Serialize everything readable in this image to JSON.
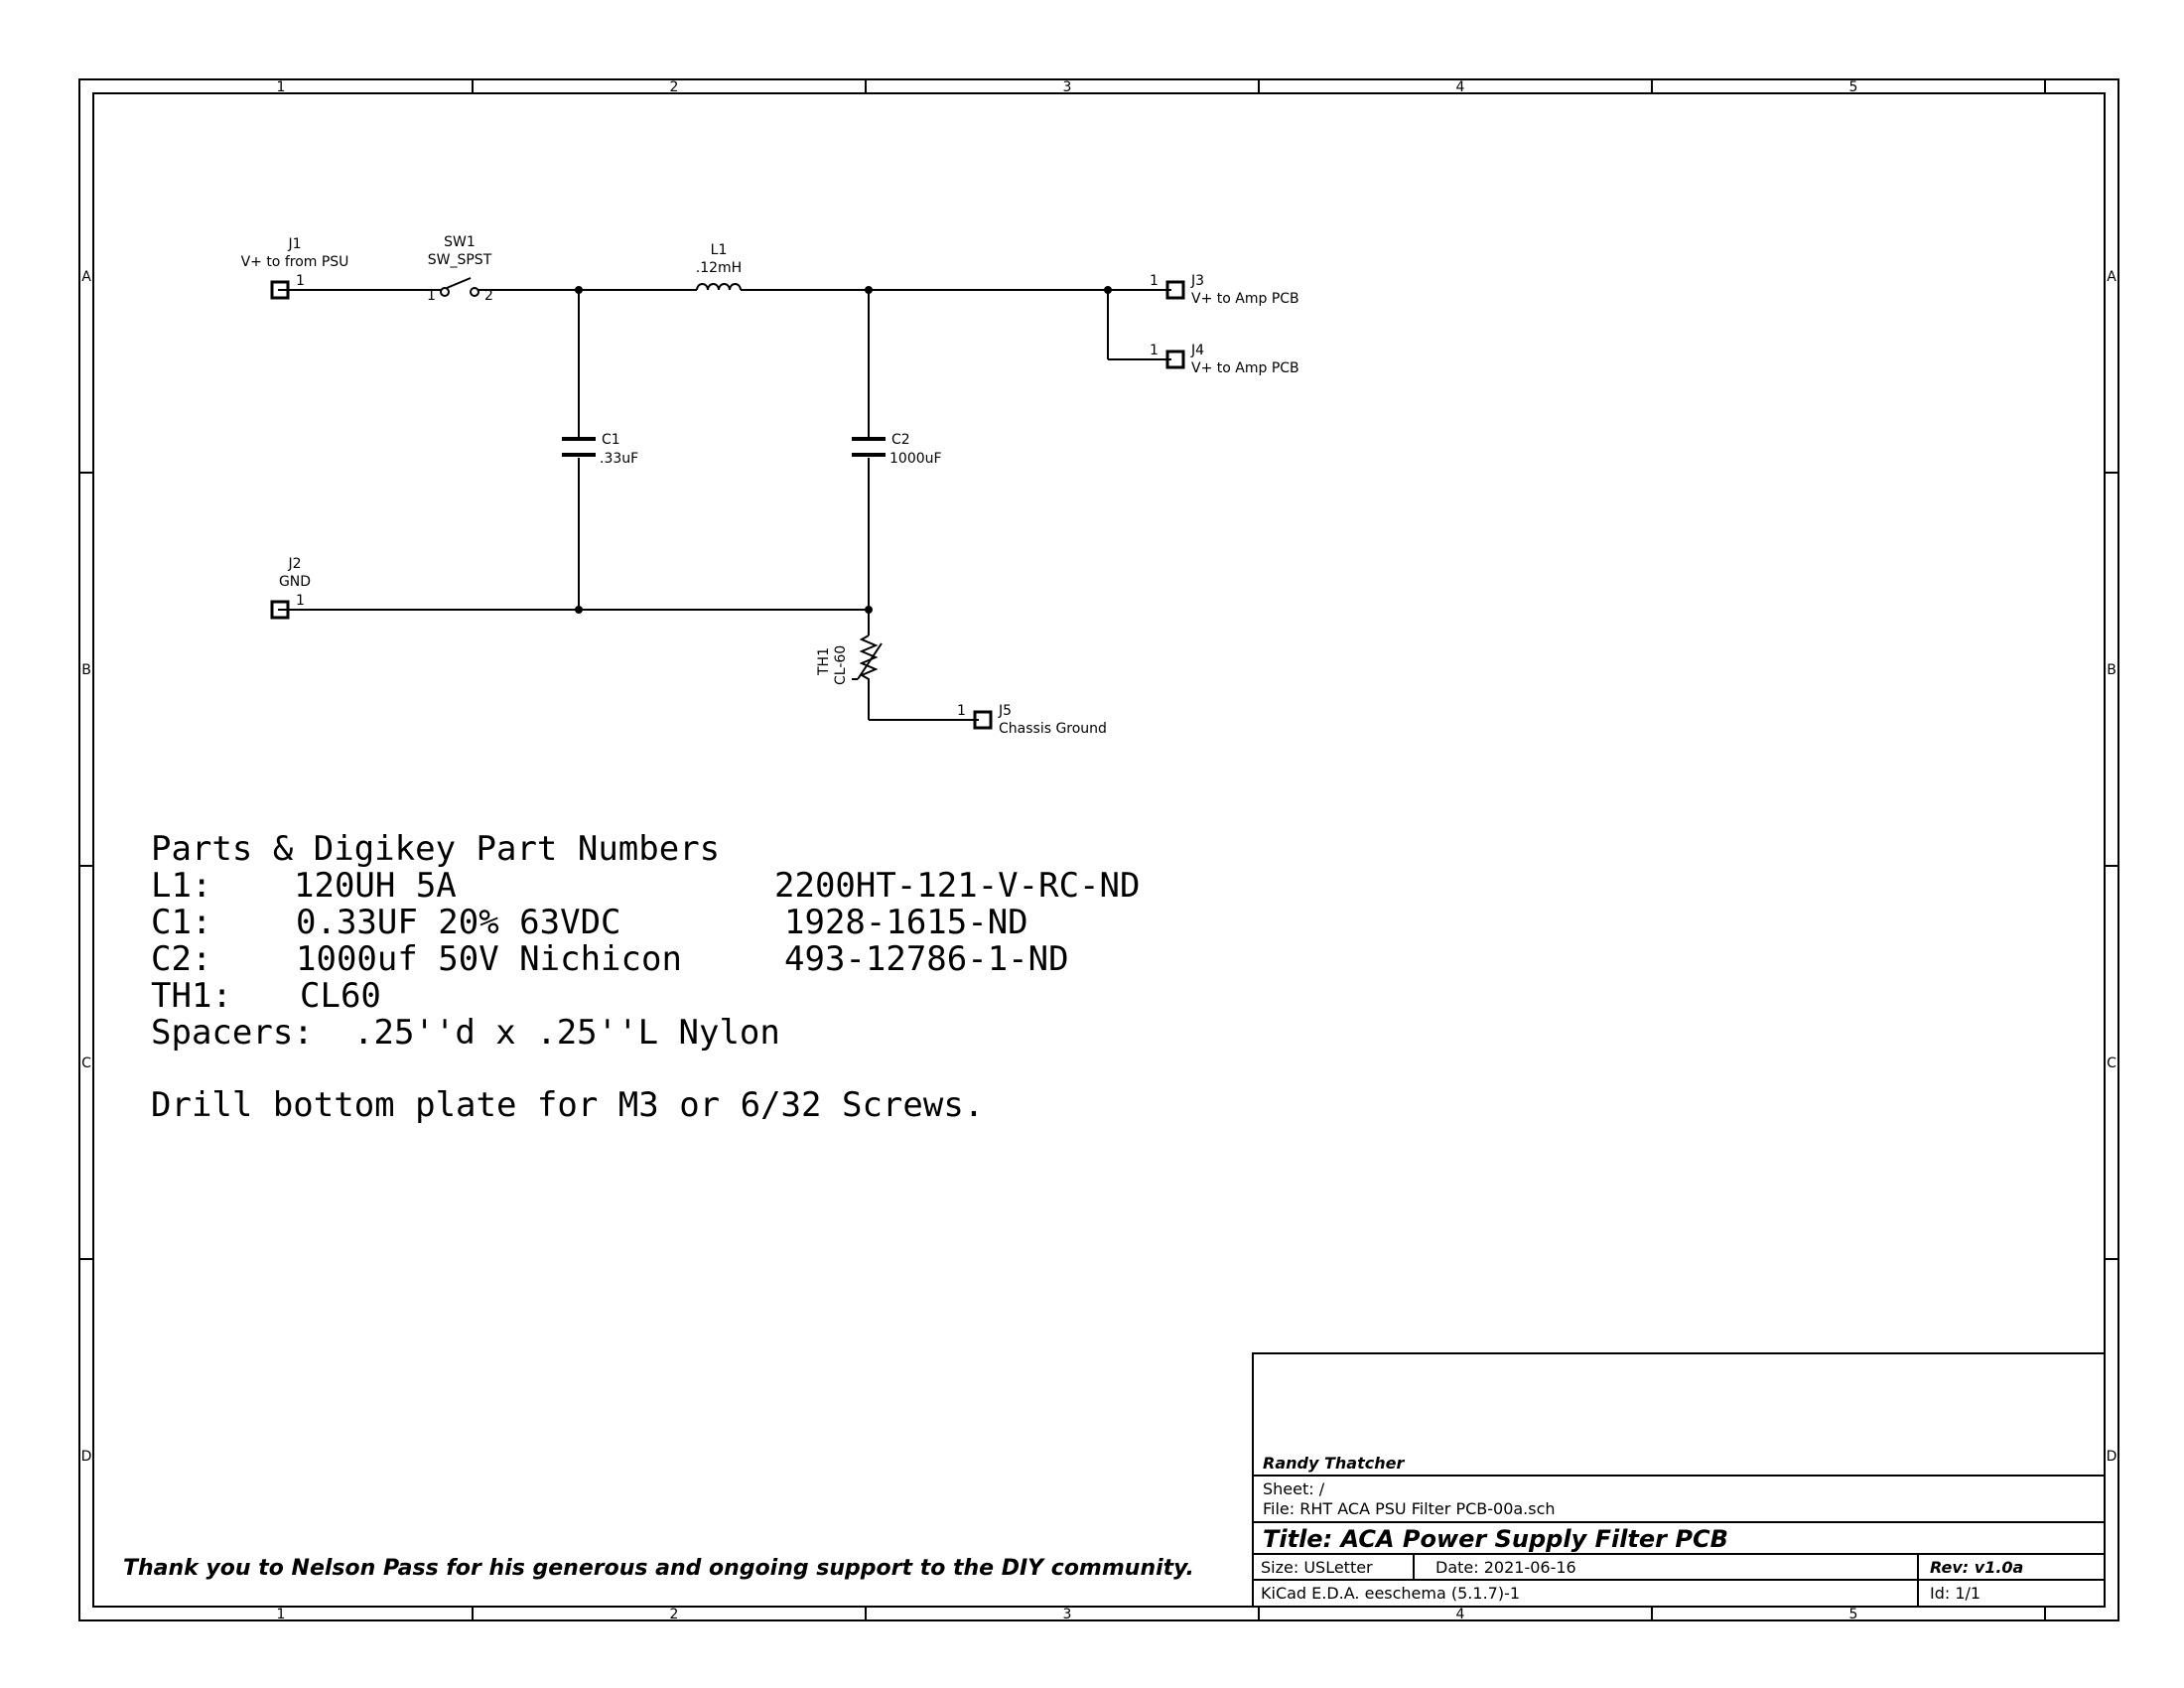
{
  "border": {
    "columns": [
      "1",
      "2",
      "3",
      "4",
      "5"
    ],
    "rows": [
      "A",
      "B",
      "C",
      "D"
    ]
  },
  "components": {
    "j1": {
      "ref": "J1",
      "value": "V+ to from PSU",
      "pin": "1"
    },
    "sw1": {
      "ref": "SW1",
      "value": "SW_SPST",
      "pin1": "1",
      "pin2": "2"
    },
    "l1": {
      "ref": "L1",
      "value": ".12mH"
    },
    "c1": {
      "ref": "C1",
      "value": ".33uF"
    },
    "c2": {
      "ref": "C2",
      "value": "1000uF"
    },
    "j2": {
      "ref": "J2",
      "value": "GND",
      "pin": "1"
    },
    "j3": {
      "ref": "J3",
      "value": "V+ to Amp PCB",
      "pin": "1"
    },
    "j4": {
      "ref": "J4",
      "value": "V+ to Amp PCB",
      "pin": "1"
    },
    "th1": {
      "ref": "TH1",
      "value": "CL-60"
    },
    "j5": {
      "ref": "J5",
      "value": "Chassis Ground",
      "pin": "1"
    }
  },
  "notes": {
    "heading": "Parts & Digikey Part Numbers",
    "parts": [
      {
        "ref": "L1:",
        "desc": "120UH 5A",
        "pn": "2200HT-121-V-RC-ND"
      },
      {
        "ref": "C1:",
        "desc": "0.33UF 20% 63VDC",
        "pn": "1928-1615-ND"
      },
      {
        "ref": "C2:",
        "desc": "1000uf 50V Nichicon",
        "pn": "493-12786-1-ND"
      },
      {
        "ref": "TH1:",
        "desc": "CL60",
        "pn": ""
      },
      {
        "ref": "Spacers:",
        "desc": ".25''d x .25''L Nylon",
        "pn": ""
      }
    ],
    "drill": "Drill bottom plate for M3 or 6/32 Screws."
  },
  "thanks": "Thank you to Nelson Pass for his generous and ongoing support to the DIY community.",
  "title_block": {
    "company": "Randy Thatcher",
    "sheet": "Sheet: /",
    "file": "File: RHT ACA PSU Filter PCB-00a.sch",
    "title": "Title: ACA Power Supply Filter PCB",
    "size": "Size: USLetter",
    "date": "Date: 2021-06-16",
    "rev": "Rev: v1.0a",
    "tool": "KiCad E.D.A.  eeschema (5.1.7)-1",
    "id": "Id: 1/1"
  }
}
